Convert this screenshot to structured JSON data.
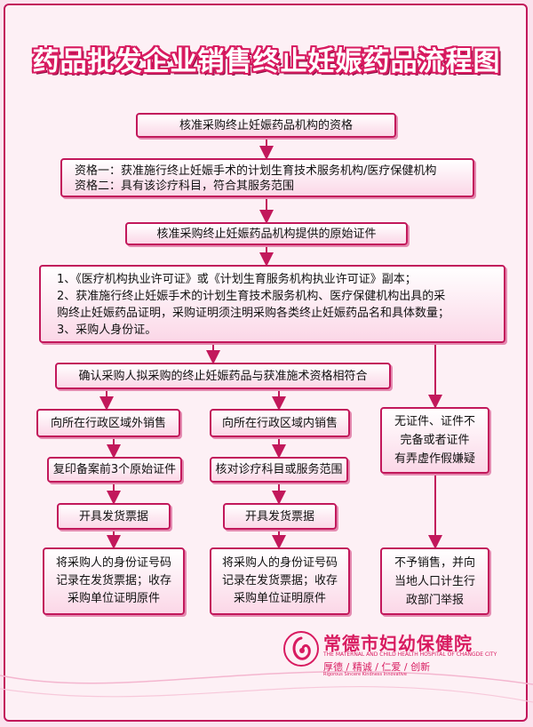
{
  "title": "药品批发企业销售终止妊娠药品流程图",
  "nodes": {
    "verify_org": "核准采购终止妊娠药品机构的资格",
    "qualification": [
      "资格一：获准施行终止妊娠手术的计划生育技术服务机构/医疗保健机构",
      "资格二：具有该诊疗科目，符合其服务范围"
    ],
    "verify_docs": "核准采购终止妊娠药品机构提供的原始证件",
    "documents": [
      "1、《医疗机构执业许可证》或《计划生育服务机构执业许可证》副本；",
      "2、获准施行终止妊娠手术的计划生育技术服务机构、医疗保健机构出具的采",
      "购终止妊娠药品证明，采购证明须注明采购各类终止妊娠药品名和具体数量；",
      "3、采购人身份证。"
    ],
    "confirm": "确认采购人拟采购的终止妊娠药品与获准施术资格相符合",
    "outside_region": "向所在行政区域外销售",
    "inside_region": "向所在行政区域内销售",
    "copy_docs": "复印备案前3个原始证件",
    "check_scope": "核对诊疗科目或服务范围",
    "invoice_left": "开具发货票据",
    "invoice_mid": "开具发货票据",
    "record_left": [
      "将采购人的身份证号码",
      "记录在发货票据；收存",
      "采购单位证明原件"
    ],
    "record_mid": [
      "将采购人的身份证号码",
      "记录在发货票据；收存",
      "采购单位证明原件"
    ],
    "suspicion": [
      "无证件、证件不",
      "完备或者证件",
      "有弄虚作假嫌疑"
    ],
    "refuse_report": [
      "不予销售，并向",
      "当地人口计生行",
      "政部门举报"
    ]
  },
  "logo": {
    "name": "常德市妇幼保健院",
    "english": "THE MATERNAL AND CHILD HEALTH HOSPITAL OF CHANGDE CITY",
    "motto": "厚德 / 精诚 / 仁爱 / 创新",
    "motto_en": "Rigorous    Sincere    Kindness    Innovative"
  },
  "colors": {
    "accent": "#c2185b",
    "background": "#fdf0f5",
    "node_fill": "#fbd7e7"
  }
}
